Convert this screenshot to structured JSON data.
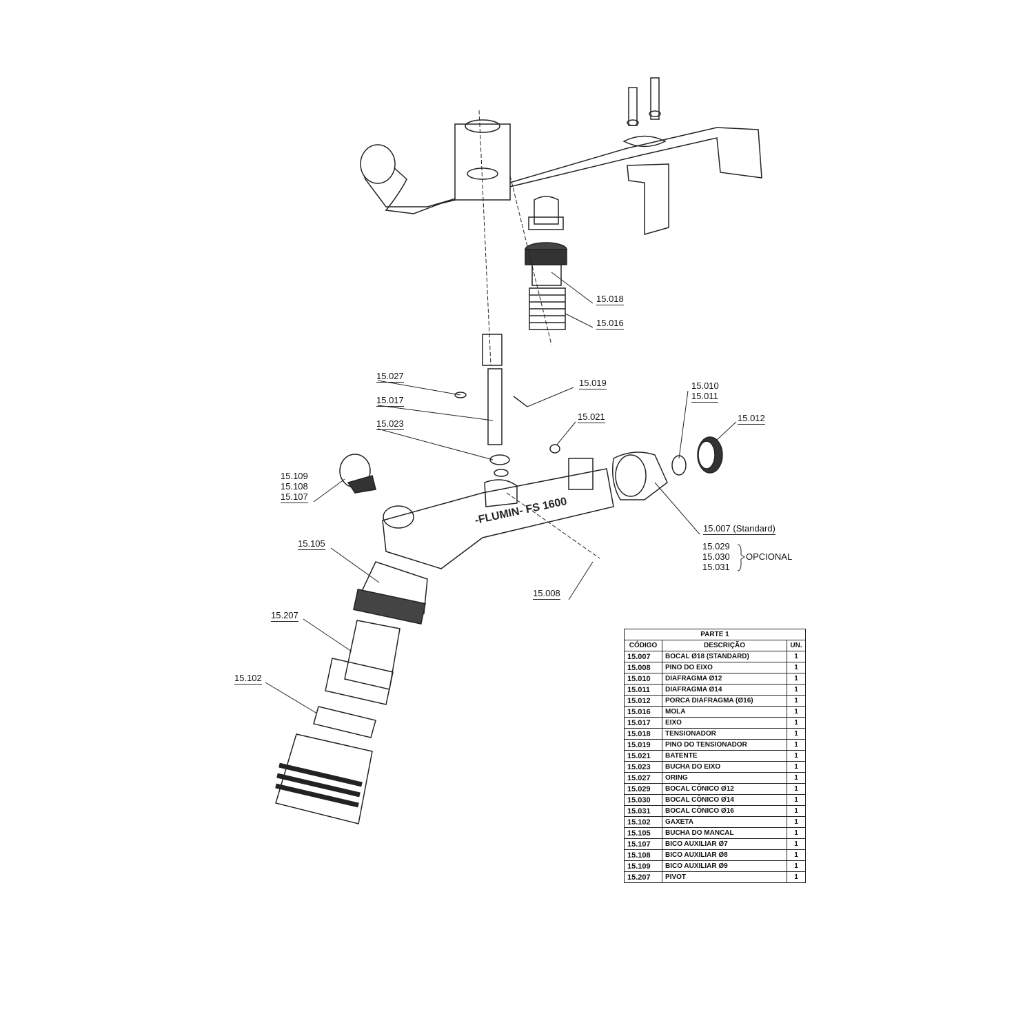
{
  "logo_text": [
    "FLUMIN",
    "FS 1600"
  ],
  "callouts": {
    "c15018": "15.018",
    "c15016": "15.016",
    "c15027": "15.027",
    "c15019": "15.019",
    "c15017": "15.017",
    "c15023": "15.023",
    "c15021": "15.021",
    "c15010": "15.010",
    "c15011": "15.011",
    "c15012": "15.012",
    "c15109": "15.109",
    "c15108": "15.108",
    "c15107": "15.107",
    "c15007": "15.007 (Standard)",
    "c15029": "15.029",
    "c15030": "15.030",
    "c15031": "15.031",
    "opcional": "OPCIONAL",
    "c15105": "15.105",
    "c15008": "15.008",
    "c15207": "15.207",
    "c15102": "15.102"
  },
  "table": {
    "title": "PARTE 1",
    "headers": [
      "CÓDIGO",
      "DESCRIÇÃO",
      "UN."
    ],
    "rows": [
      [
        "15.007",
        "BOCAL Ø18 (STANDARD)",
        "1"
      ],
      [
        "15.008",
        "PINO DO EIXO",
        "1"
      ],
      [
        "15.010",
        "DIAFRAGMA Ø12",
        "1"
      ],
      [
        "15.011",
        "DIAFRAGMA Ø14",
        "1"
      ],
      [
        "15.012",
        "PORCA DIAFRAGMA (Ø16)",
        "1"
      ],
      [
        "15.016",
        "MOLA",
        "1"
      ],
      [
        "15.017",
        "EIXO",
        "1"
      ],
      [
        "15.018",
        "TENSIONADOR",
        "1"
      ],
      [
        "15.019",
        "PINO DO TENSIONADOR",
        "1"
      ],
      [
        "15.021",
        "BATENTE",
        "1"
      ],
      [
        "15.023",
        "BUCHA DO EIXO",
        "1"
      ],
      [
        "15.027",
        "ORING",
        "1"
      ],
      [
        "15.029",
        "BOCAL CÔNICO Ø12",
        "1"
      ],
      [
        "15.030",
        "BOCAL CÔNICO Ø14",
        "1"
      ],
      [
        "15.031",
        "BOCAL CÔNICO Ø16",
        "1"
      ],
      [
        "15.102",
        "GAXETA",
        "1"
      ],
      [
        "15.105",
        "BUCHA DO MANCAL",
        "1"
      ],
      [
        "15.107",
        "BICO AUXILIAR Ø7",
        "1"
      ],
      [
        "15.108",
        "BICO AUXILIAR Ø8",
        "1"
      ],
      [
        "15.109",
        "BICO AUXILIAR Ø9",
        "1"
      ],
      [
        "15.207",
        "PIVOT",
        "1"
      ]
    ]
  }
}
